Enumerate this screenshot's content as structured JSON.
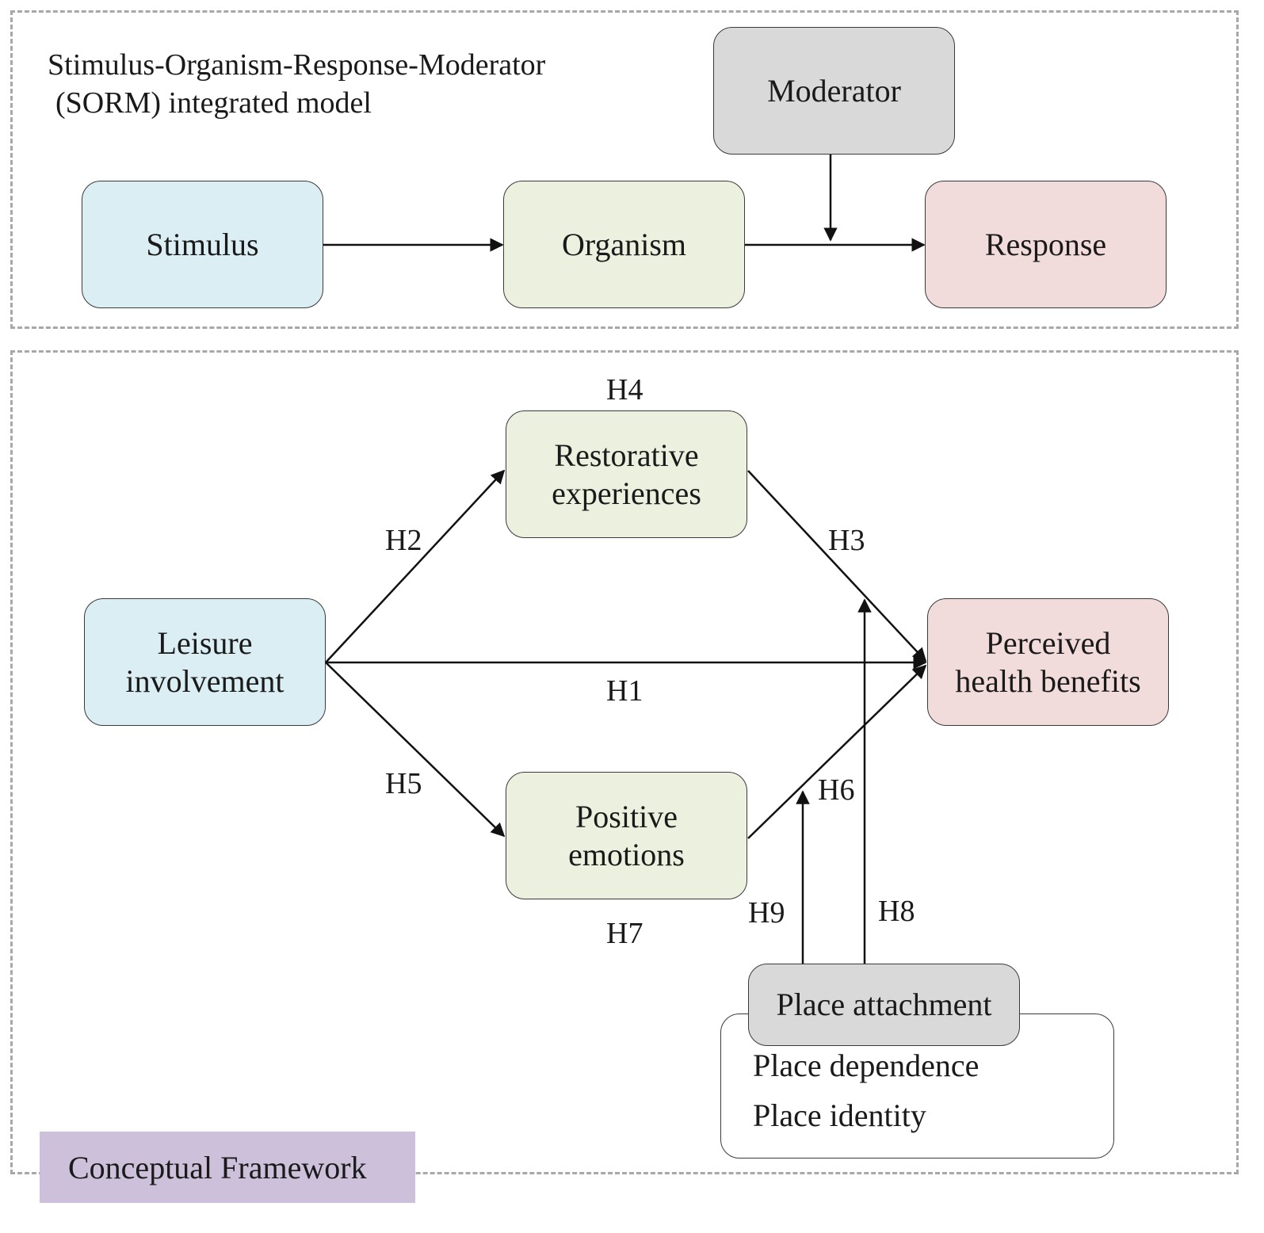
{
  "top_panel": {
    "title_line1": "Stimulus-Organism-Response-Moderator",
    "title_line2": "(SORM) integrated model",
    "moderator": "Moderator",
    "stimulus": "Stimulus",
    "organism": "Organism",
    "response": "Response"
  },
  "bottom_panel": {
    "leisure_line1": "Leisure",
    "leisure_line2": "involvement",
    "restorative_line1": "Restorative",
    "restorative_line2": "experiences",
    "positive_line1": "Positive",
    "positive_line2": "emotions",
    "perceived_line1": "Perceived",
    "perceived_line2": "health benefits",
    "place_attachment": "Place attachment",
    "place_dependence": "Place dependence",
    "place_identity": "Place identity",
    "hypotheses": {
      "h1": "H1",
      "h2": "H2",
      "h3": "H3",
      "h4": "H4",
      "h5": "H5",
      "h6": "H6",
      "h7": "H7",
      "h8": "H8",
      "h9": "H9"
    }
  },
  "footer_label": "Conceptual Framework"
}
